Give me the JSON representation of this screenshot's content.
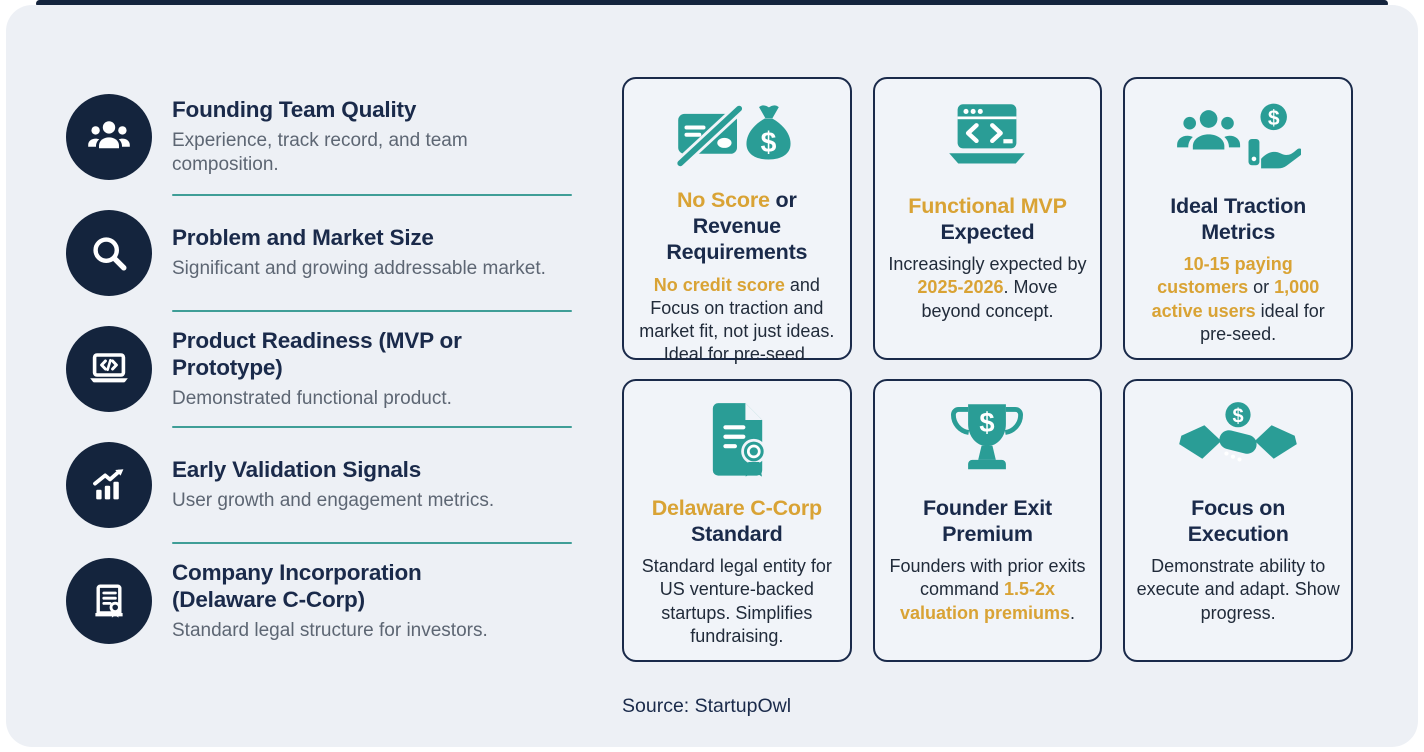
{
  "colors": {
    "navy": "#1a2a4a",
    "navy-deep": "#14243d",
    "teal": "#2a9d96",
    "gold": "#d9a335",
    "panel-bg": "#edf0f5",
    "card-bg": "#f1f4f9",
    "divider": "#3f9e97",
    "desc-gray": "#5d6673",
    "body-text": "#212b3a",
    "page-bg": "#ffffff"
  },
  "left_items": [
    {
      "icon": "team-icon",
      "title": "Founding Team Quality",
      "description": "Experience, track record, and team composition."
    },
    {
      "icon": "search-icon",
      "title": "Problem and Market Size",
      "description": "Significant and growing addressable market."
    },
    {
      "icon": "laptop-code-icon",
      "title": "Product Readiness (MVP or\nPrototype)",
      "description": "Demonstrated functional product."
    },
    {
      "icon": "growth-chart-icon",
      "title": "Early Validation Signals",
      "description": "User growth and engagement metrics."
    },
    {
      "icon": "certificate-icon",
      "title": "Company Incorporation\n(Delaware C-Corp)",
      "description": "Standard legal structure for investors."
    }
  ],
  "cards": [
    {
      "icon": "no-credit-card-money-bag-icon",
      "title_segments": [
        {
          "text": "No Score",
          "highlight": true
        },
        {
          "text": " or Revenue\nRequirements",
          "highlight": false
        }
      ],
      "body_segments": [
        {
          "text": "No credit score",
          "highlight": true
        },
        {
          "text": " and Focus on traction and market fit, not just ideas. Ideal for pre-seed.",
          "highlight": false
        }
      ]
    },
    {
      "icon": "laptop-mvp-code-icon",
      "title_segments": [
        {
          "text": "Functional MVP",
          "highlight": true
        },
        {
          "text": "\nExpected",
          "highlight": false
        }
      ],
      "body_segments": [
        {
          "text": "Increasingly expected by ",
          "highlight": false
        },
        {
          "text": "2025-2026",
          "highlight": true
        },
        {
          "text": ". Move beyond concept.",
          "highlight": false
        }
      ]
    },
    {
      "icon": "users-hand-dollar-icon",
      "title_segments": [
        {
          "text": "Ideal Traction\nMetrics",
          "highlight": false
        }
      ],
      "body_segments": [
        {
          "text": "10-15 paying customers",
          "highlight": true
        },
        {
          "text": " or ",
          "highlight": false
        },
        {
          "text": "1,000 active users",
          "highlight": true
        },
        {
          "text": " ideal for pre-seed.",
          "highlight": false
        }
      ]
    },
    {
      "icon": "document-ribbon-icon",
      "title_segments": [
        {
          "text": "Delaware C-Corp",
          "highlight": true
        },
        {
          "text": "\nStandard",
          "highlight": false
        }
      ],
      "body_segments": [
        {
          "text": "Standard legal entity for US venture-backed startups. Simplifies fundraising.",
          "highlight": false
        }
      ]
    },
    {
      "icon": "trophy-dollar-icon",
      "title_segments": [
        {
          "text": "Founder Exit\nPremium",
          "highlight": false
        }
      ],
      "body_segments": [
        {
          "text": "Founders with prior exits command ",
          "highlight": false
        },
        {
          "text": "1.5-2x valuation premiums",
          "highlight": true
        },
        {
          "text": ".",
          "highlight": false
        }
      ]
    },
    {
      "icon": "handshake-dollar-icon",
      "title_segments": [
        {
          "text": "Focus on\nExecution",
          "highlight": false
        }
      ],
      "body_segments": [
        {
          "text": "Demonstrate ability to execute and adapt. Show progress.",
          "highlight": false
        }
      ]
    }
  ],
  "footer": {
    "source": "Source: StartupOwl"
  }
}
